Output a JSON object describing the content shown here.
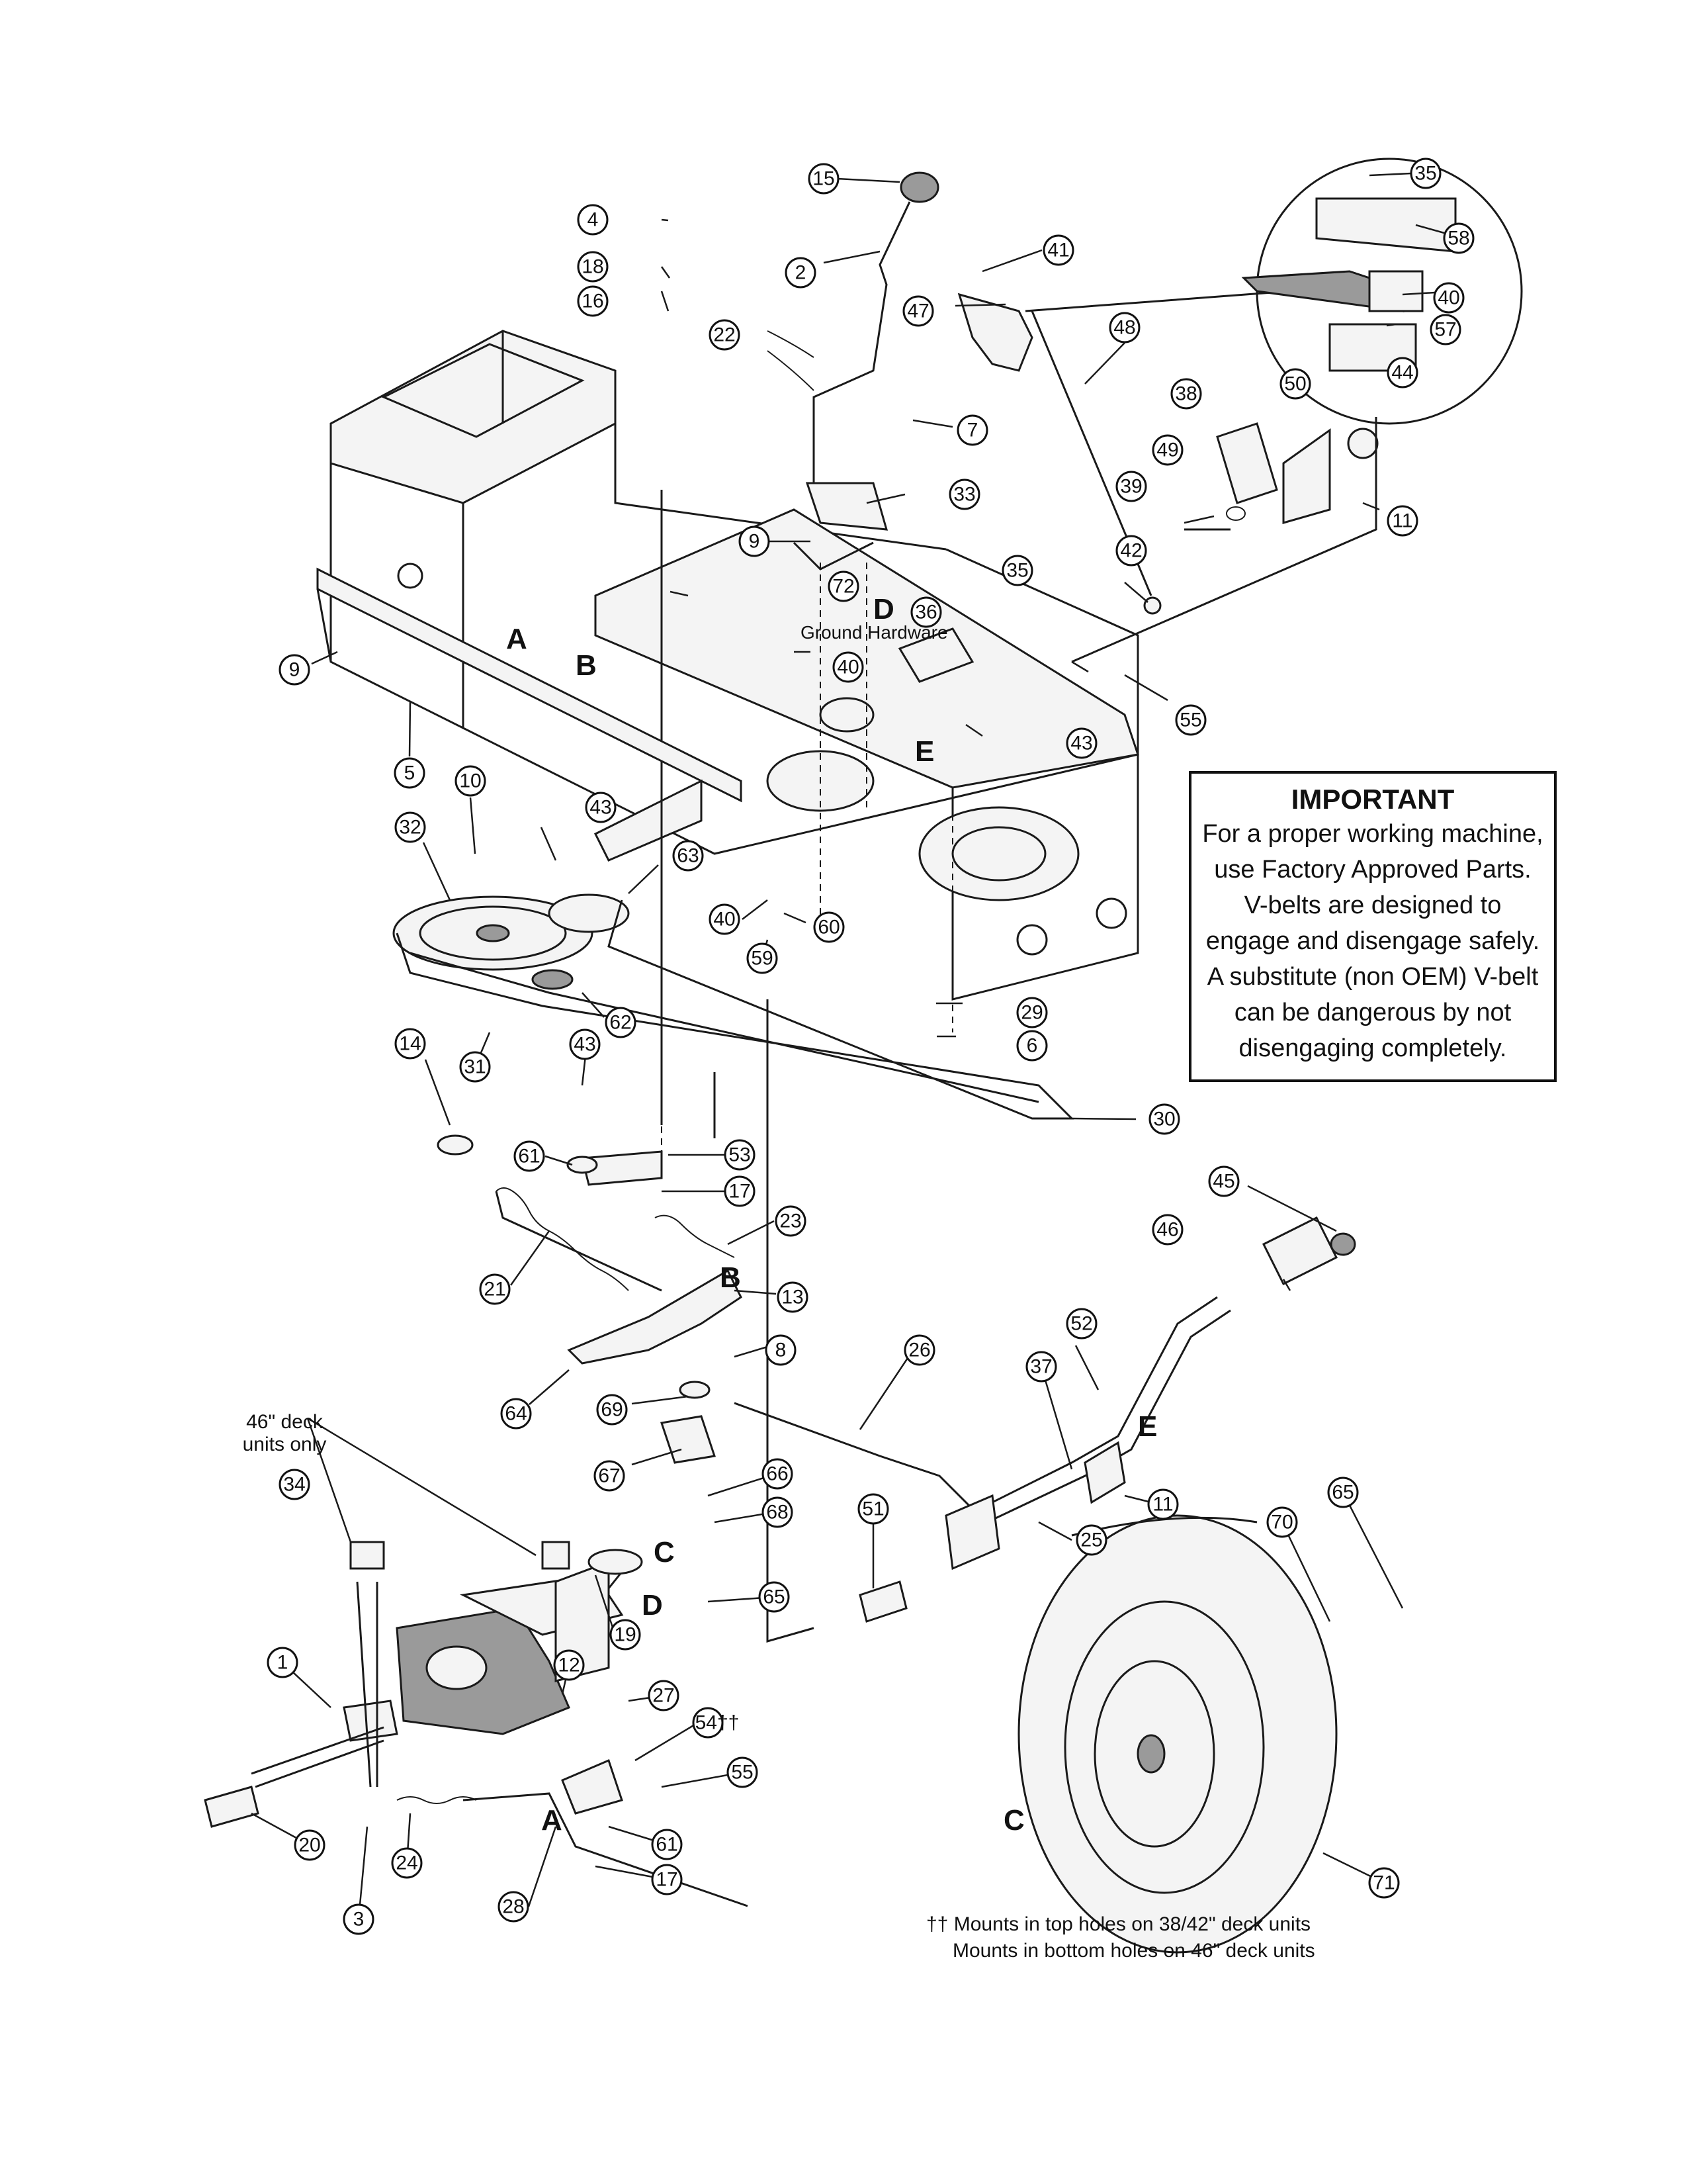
{
  "important": {
    "title": "IMPORTANT",
    "body": "For a proper working machine, use Factory Approved Parts. V-belts are designed to engage and disengage safely. A substitute (non OEM) V-belt can be dangerous by not disengaging completely."
  },
  "labels": {
    "ground_hardware": "Ground Hardware",
    "deck_note": "46\" deck units only"
  },
  "footnote": {
    "line1": "†† Mounts in top holes on 38/42\" deck units",
    "line2": "Mounts in bottom holes on 46\" deck units"
  },
  "letters": [
    "A",
    "B",
    "D",
    "E",
    "B",
    "C",
    "D",
    "A",
    "C",
    "E"
  ],
  "callouts": [
    "15",
    "35",
    "4",
    "58",
    "18",
    "2",
    "41",
    "16",
    "40",
    "47",
    "22",
    "57",
    "48",
    "44",
    "50",
    "38",
    "7",
    "49",
    "33",
    "11",
    "39",
    "9",
    "42",
    "72",
    "35",
    "36",
    "9",
    "40",
    "55",
    "5",
    "43",
    "10",
    "63",
    "32",
    "43",
    "40",
    "60",
    "59",
    "62",
    "29",
    "14",
    "31",
    "6",
    "43",
    "30",
    "61",
    "53",
    "17",
    "23",
    "45",
    "21",
    "13",
    "46",
    "8",
    "26",
    "52",
    "64",
    "69",
    "37",
    "34",
    "67",
    "66",
    "11",
    "51",
    "70",
    "65",
    "68",
    "25",
    "65",
    "19",
    "27",
    "1",
    "12",
    "54††",
    "55",
    "20",
    "61",
    "24",
    "17",
    "28",
    "3",
    "71"
  ]
}
